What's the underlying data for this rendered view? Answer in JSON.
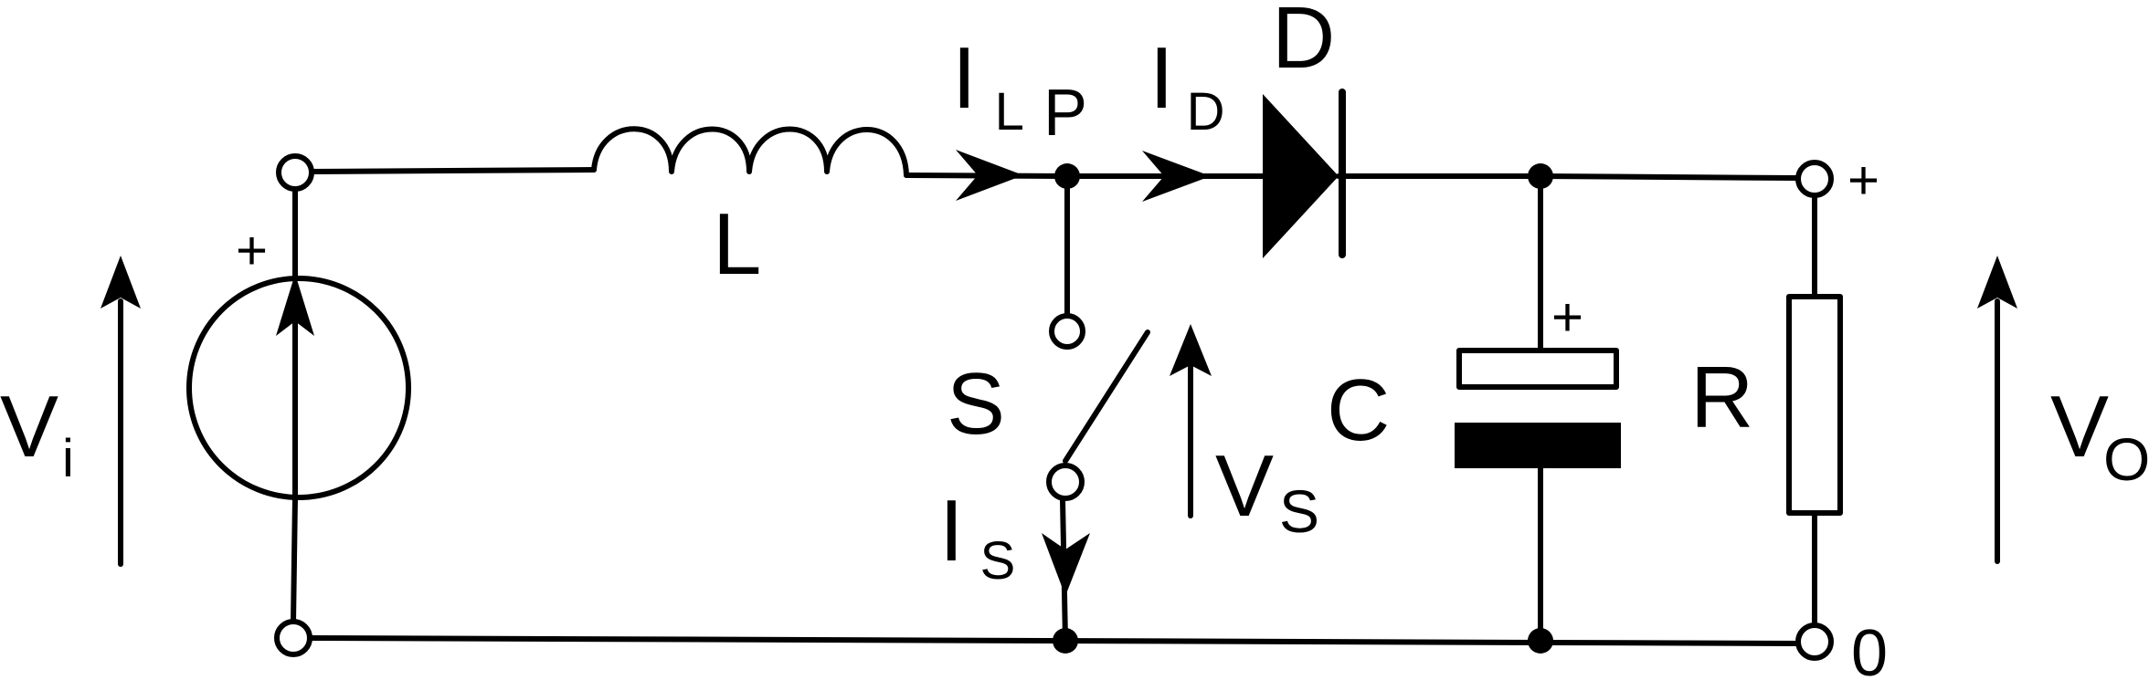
{
  "diagram": {
    "components": {
      "inductor": "L",
      "diode": "D",
      "switch": "S",
      "capacitor": "C",
      "resistor": "R"
    },
    "node": "P",
    "currents": {
      "inductor": {
        "main": "I",
        "sub": "L"
      },
      "diode": {
        "main": "I",
        "sub": "D"
      },
      "switch": {
        "main": "I",
        "sub": "S"
      }
    },
    "voltages": {
      "input": {
        "main": "V",
        "sub": "i"
      },
      "switch": {
        "main": "V",
        "sub": "S"
      },
      "output": {
        "main": "V",
        "sub": "O"
      }
    },
    "polarity": {
      "source_plus": "+",
      "capacitor_plus": "+",
      "output_plus": "+",
      "output_ground": "0"
    }
  }
}
